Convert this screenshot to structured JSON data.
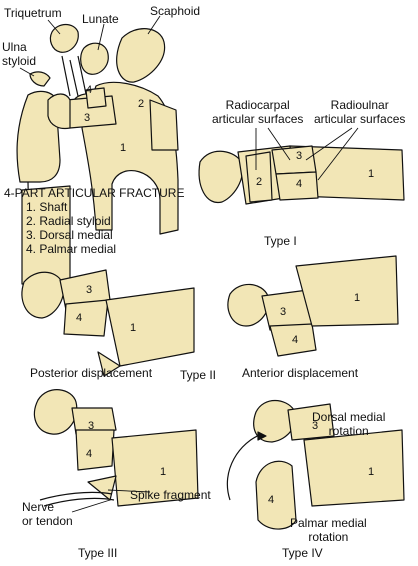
{
  "panel_topleft": {
    "labels": {
      "triquetrum": "Triquetrum",
      "lunate": "Lunate",
      "scaphoid": "Scaphoid",
      "ulna_styloid": "Ulna\nstyloid"
    },
    "legend_title": "4-PART ARTICULAR FRACTURE",
    "legend_items": [
      "1. Shaft",
      "2. Radial styloid",
      "3. Dorsal medial",
      "4. Palmar medial"
    ]
  },
  "panel_type1": {
    "radiocarpal": "Radiocarpal\narticular surfaces",
    "radioulnar": "Radioulnar\narticular surfaces",
    "caption": "Type I"
  },
  "panel_type2": {
    "left_caption": "Posterior displacement",
    "middle_caption": "Type II",
    "right_caption": "Anterior displacement"
  },
  "panel_type3": {
    "nerve": "Nerve\nor tendon",
    "spike": "Spike fragment",
    "caption": "Type III"
  },
  "panel_type4": {
    "dorsal": "Dorsal medial\nrotation",
    "palmar": "Palmar medial\nrotation",
    "caption": "Type IV"
  },
  "fragment_numbers": [
    "1",
    "2",
    "3",
    "4"
  ],
  "colors": {
    "bone_fill": "#f2e6b6",
    "outline": "#111111"
  }
}
